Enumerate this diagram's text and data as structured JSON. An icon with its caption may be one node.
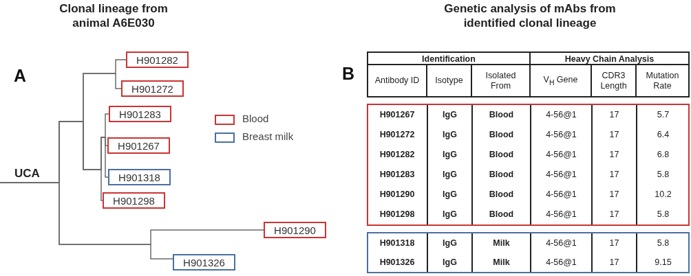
{
  "diagram": {
    "nodes": [
      {
        "text": [
          "UCA"
        ]
      },
      {
        "text": [
          "H901282"
        ]
      },
      {
        "text": [
          "H901272"
        ]
      },
      {
        "text": [
          "H901283"
        ]
      },
      {
        "text": [
          "H901267"
        ]
      },
      {
        "text": [
          "H901318"
        ]
      },
      {
        "text": [
          "H901298"
        ]
      },
      {
        "text": [
          "H901290"
        ]
      },
      {
        "text": [
          "H901326"
        ]
      }
    ],
    "edges": [
      {
        "from": 0,
        "to": 1,
        "arrow": "none"
      },
      {
        "from": 0,
        "to": 2,
        "arrow": "none"
      },
      {
        "from": 0,
        "to": 3,
        "arrow": "none"
      },
      {
        "from": 0,
        "to": 4,
        "arrow": "none"
      },
      {
        "from": 0,
        "to": 5,
        "arrow": "none"
      },
      {
        "from": 0,
        "to": 6,
        "arrow": "none"
      },
      {
        "from": 0,
        "to": 7,
        "arrow": "none"
      },
      {
        "from": 0,
        "to": 8,
        "arrow": "none"
      }
    ],
    "labels": [
      "Clonal lineage from animal A6E030",
      "Genetic analysis of mAbs from identified clonal lineage",
      "A",
      "B",
      "Identification",
      "Heavy Chain Analysis",
      "Antibody ID",
      "Isotype",
      "Isolated From",
      "V$_{H}$ Gene",
      "CDR3 Length",
      "Mutation Rate",
      "H901267",
      "IgG",
      "Blood",
      "4-56@1",
      "17",
      "5.7",
      "H901272",
      "IgG",
      "Blood",
      "4-56@1",
      "17",
      "6.4",
      "H901282",
      "IgG",
      "Blood",
      "4-56@1",
      "17",
      "6.8",
      "H901283",
      "IgG",
      "Blood",
      "4-56@1",
      "17",
      "5.8",
      "H901290",
      "IgG",
      "Blood",
      "4-56@1",
      "17",
      "10.2",
      "H901298",
      "IgG",
      "Blood",
      "4-56@1",
      "17",
      "5.8",
      "H901318",
      "IgG",
      "Milk",
      "4-56@1",
      "17",
      "5.8",
      "H901326",
      "IgG",
      "Milk",
      "4-56@1",
      "17",
      "9.15"
    ],
    "legend": [
      {
        "text": "Blood",
        "color": "#cc3333"
      },
      {
        "text": "Breast milk",
        "color": "#4a6fa0"
      }
    ]
  }
}
